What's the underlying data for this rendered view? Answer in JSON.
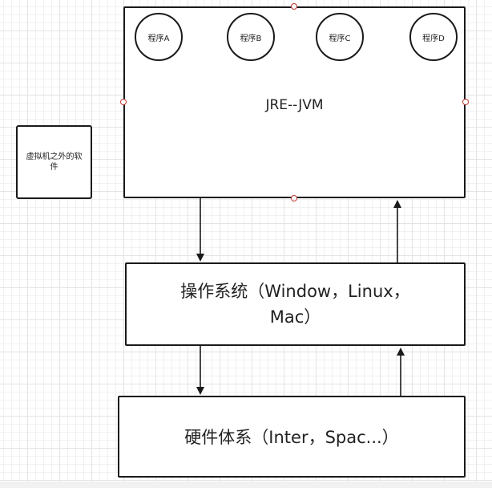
{
  "diagram": {
    "jre_box": {
      "label": "JRE--JVM",
      "programs": [
        "程序A",
        "程序B",
        "程序C",
        "程序D"
      ]
    },
    "side_box": {
      "label": "虚拟机之外的软件"
    },
    "os_box": {
      "label": "操作系统（Window，Linux，Mac）"
    },
    "hardware_box": {
      "label": "硬件体系（Inter，Spac...）"
    },
    "colors": {
      "border": "#1a1a1a",
      "grid": "#e4e4e4",
      "selection_handle": "#c0392b"
    }
  }
}
